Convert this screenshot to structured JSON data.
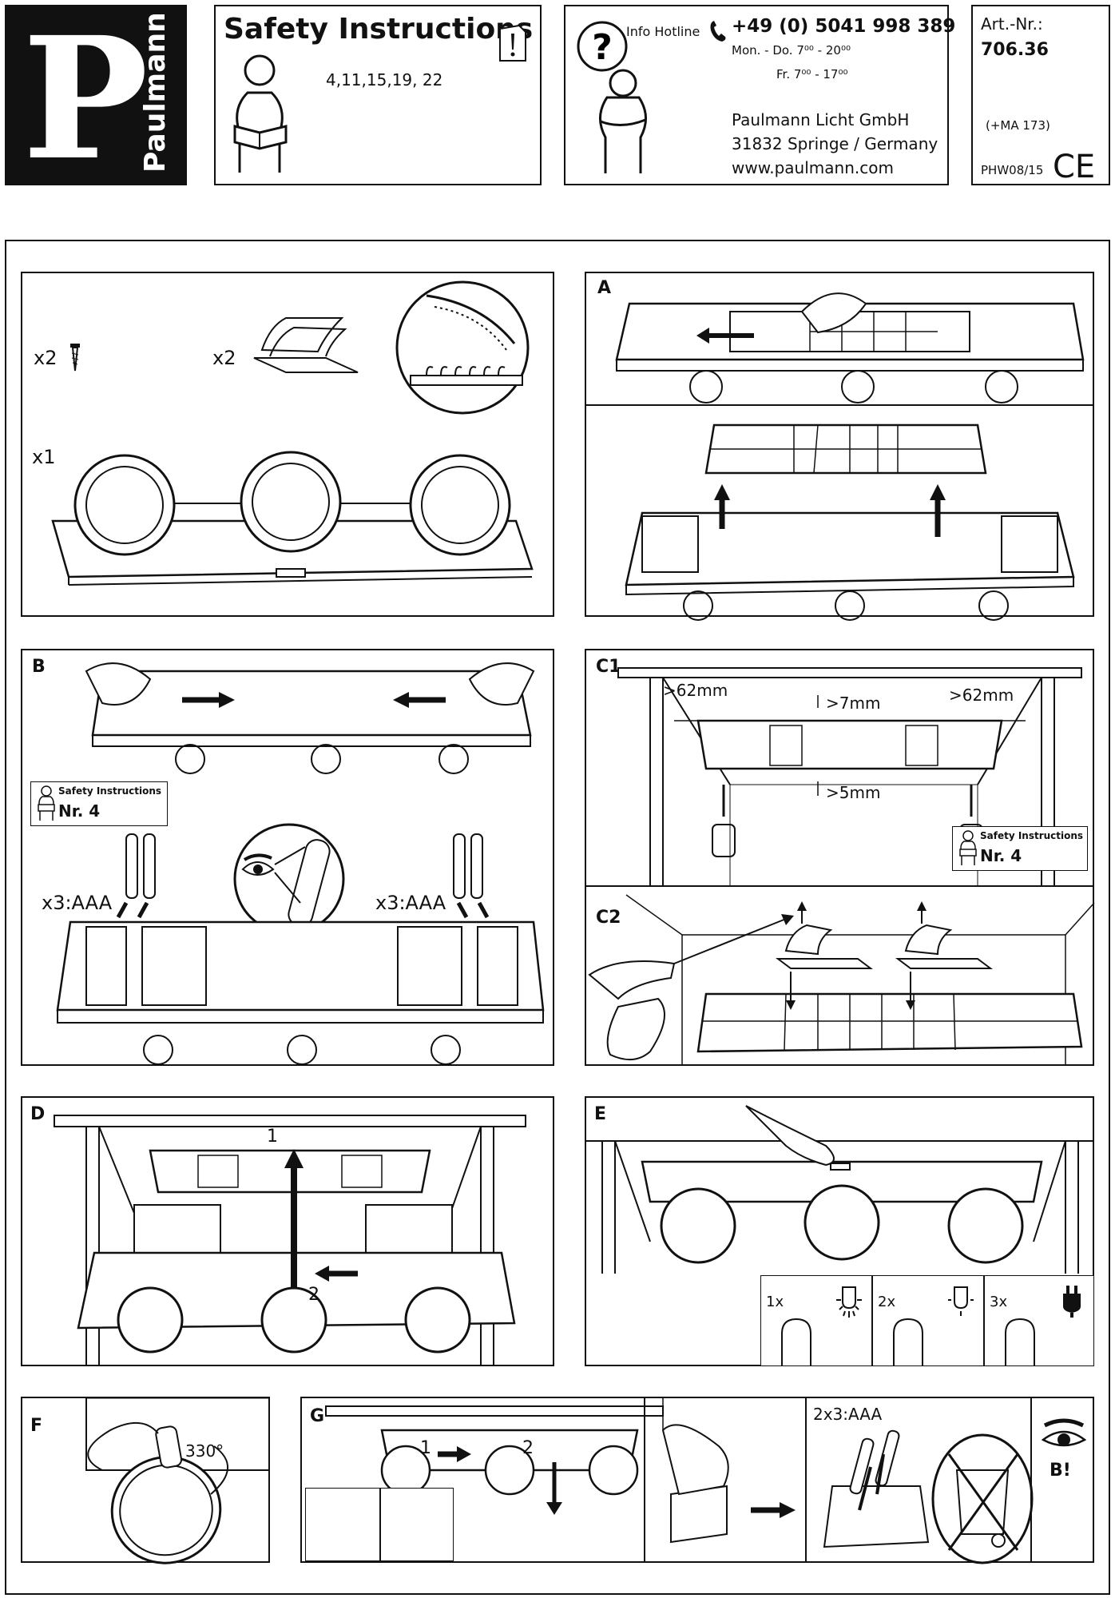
{
  "logo": {
    "letter": "P",
    "brand": "Paulmann"
  },
  "safety": {
    "title": "Safety Instructions",
    "numbers": "4,11,15,19, 22"
  },
  "hotline": {
    "label": "Info Hotline",
    "phone": "+49 (0) 5041 998 389",
    "hours1": "Mon. - Do. 7⁰⁰ - 20⁰⁰",
    "hours2": "Fr.  7⁰⁰ - 17⁰⁰",
    "company": "Paulmann Licht GmbH",
    "address": "31832 Springe / Germany",
    "web": "www.paulmann.com"
  },
  "article": {
    "label": "Art.-Nr.:",
    "number": "706.36",
    "ma": "(+MA 173)",
    "code": "PHW08/15",
    "ce": "CE"
  },
  "parts": {
    "screws": "x2",
    "tape": "x2",
    "lamp": "x1"
  },
  "steps": {
    "a": "A",
    "b": {
      "label": "B",
      "safety_title": "Safety Instructions",
      "safety_nr": "Nr. 4",
      "battery_left": "x3:AAA",
      "battery_right": "x3:AAA"
    },
    "c1": {
      "label": "C1",
      "d_left": ">62mm",
      "d_top": ">7mm",
      "d_right": ">62mm",
      "d_bottom": ">5mm",
      "safety_title": "Safety Instructions",
      "safety_nr": "Nr. 4"
    },
    "c2": "C2",
    "d": {
      "label": "D",
      "n1": "1",
      "n2": "2"
    },
    "e": {
      "label": "E",
      "p1": "1x",
      "p2": "2x",
      "p3": "3x"
    },
    "f": {
      "label": "F",
      "angle": "330°"
    },
    "g": {
      "label": "G",
      "n1": "1",
      "n2": "2",
      "battery": "2x3:AAA",
      "see": "B!"
    }
  }
}
